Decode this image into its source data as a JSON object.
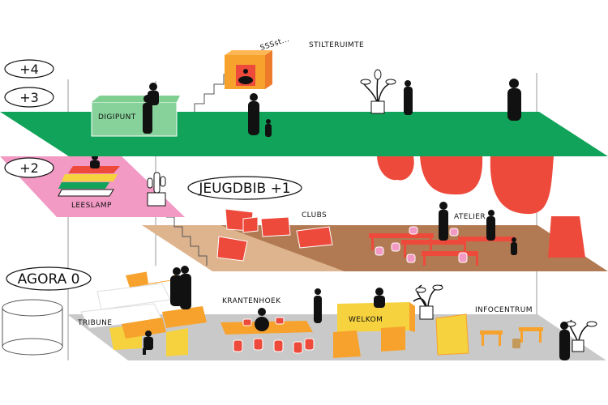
{
  "floors": {
    "f4": "+4",
    "f3": "+3",
    "f2": "+2",
    "jeugdbib": "JEUGDBIB +1",
    "agora": "AGORA 0"
  },
  "labels": {
    "stilteruimte": "STILTERUIMTE",
    "sssst": "SSSst...",
    "digipunt": "DIGIPUNT",
    "leeslamp": "LEESLAMP",
    "clubs": "CLUBS",
    "atelier": "ATELIER",
    "krantenhoek": "KRANTENHOEK",
    "tribune": "TRIBUNE",
    "welkom": "WELKOM",
    "infocentrum": "INFOCENTRUM"
  },
  "colors": {
    "green": "#11a35a",
    "pink": "#f29ac4",
    "tan": "#ddb48e",
    "brown": "#b27a52",
    "grey": "#c9c9c9",
    "red": "#ee4a3c",
    "orange": "#f7a22d",
    "yellow": "#f6d23e"
  }
}
